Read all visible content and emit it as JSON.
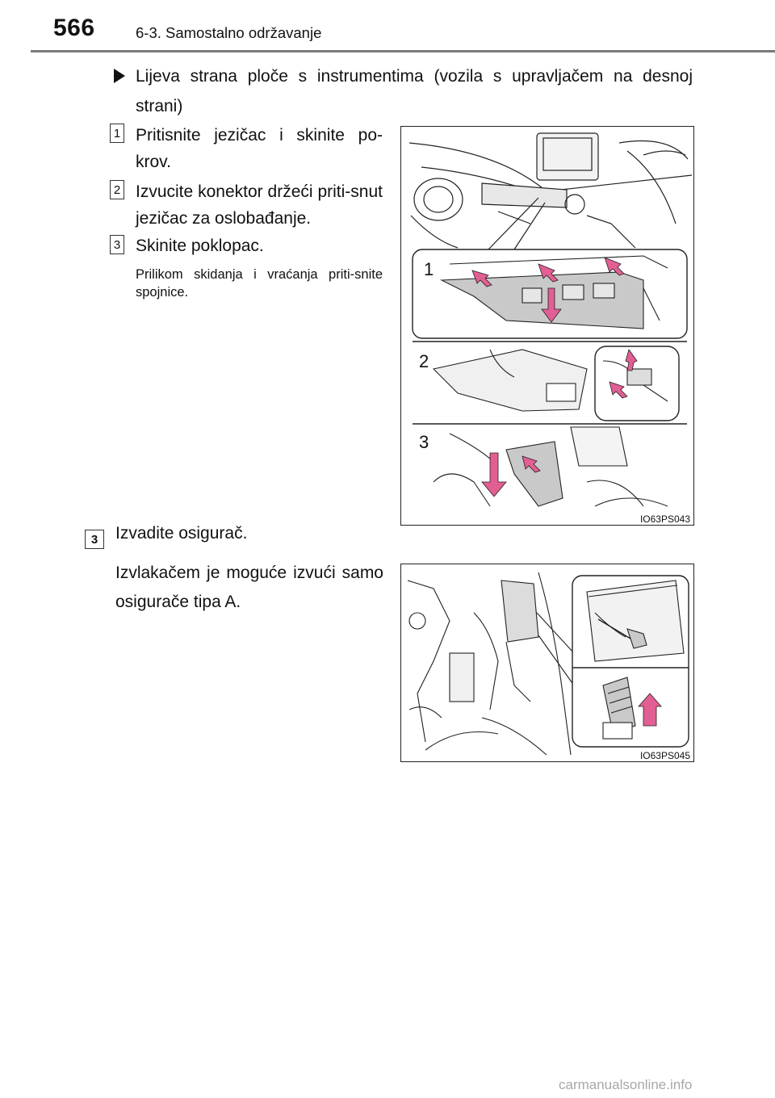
{
  "header": {
    "page_number": "566",
    "section_title": "6-3. Samostalno održavanje"
  },
  "heading": {
    "text": "Lijeva strana ploče s instrumentima (vozila s upravljačem na desnoj strani)"
  },
  "substeps": [
    {
      "number": "1",
      "text": "Pritisnite jezičac i skinite po-krov."
    },
    {
      "number": "2",
      "text": "Izvucite konektor držeći priti-snut jezičac za oslobađanje."
    },
    {
      "number": "3",
      "text": "Skinite poklopac."
    }
  ],
  "note": "Prilikom skidanja i vraćanja priti-snite spojnice.",
  "figure1": {
    "code": "IO63PS043",
    "panels": [
      "1",
      "2",
      "3"
    ]
  },
  "step3": {
    "number": "3",
    "title": "Izvadite osigurač.",
    "text": "Izvlakačem je moguće izvući samo osigurače tipa A."
  },
  "figure2": {
    "code": "IO63PS045"
  },
  "footer": {
    "watermark": "carmanualsonline.info"
  },
  "colors": {
    "accent_pink": "#e25f93",
    "header_rule": "#7a7a7a",
    "panel_gray": "#c9c9c9"
  }
}
